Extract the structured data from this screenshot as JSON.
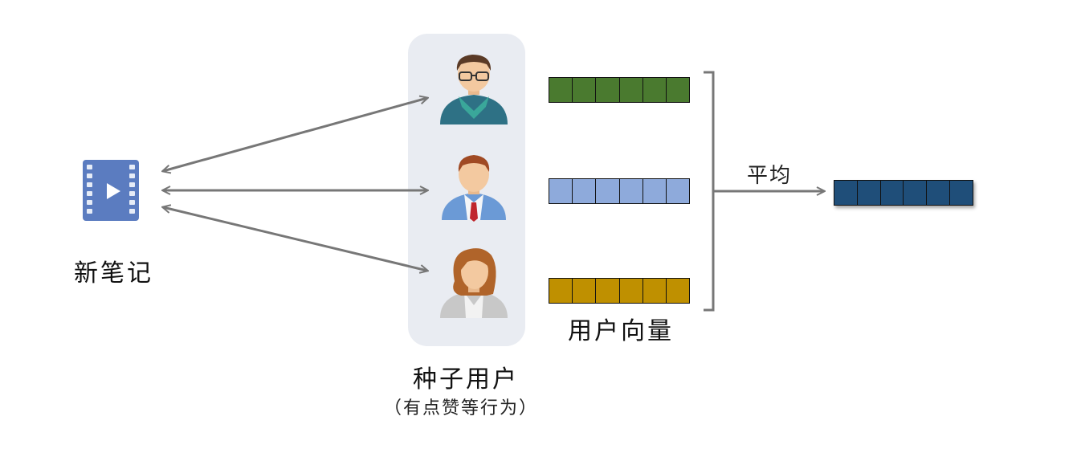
{
  "labels": {
    "new_note": "新笔记",
    "seed_users": "种子用户",
    "seed_users_note": "（有点赞等行为）",
    "user_vectors": "用户向量",
    "average": "平均"
  },
  "icons": {
    "video": "video-file-icon",
    "users": [
      "man-with-glasses-scarf-icon",
      "man-with-tie-icon",
      "woman-icon"
    ]
  },
  "colors": {
    "user1_vector": "#4a7a2f",
    "user2_vector": "#8eaadb",
    "user3_vector": "#bf9000",
    "average_vector": "#1f4e79",
    "arrow": "#777777",
    "panel_bg": "#e9ecf2",
    "video_icon": "#5b7cc0"
  },
  "vector_cells": 6
}
